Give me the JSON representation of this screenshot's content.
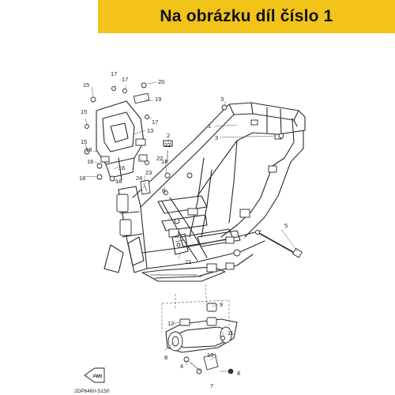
{
  "banner": {
    "text": "Na obrázku díl číslo 1"
  },
  "diagram": {
    "callouts": [
      "1",
      "2",
      "3",
      "3",
      "4",
      "5",
      "6",
      "7",
      "8",
      "8",
      "9",
      "10",
      "11",
      "12",
      "13",
      "14",
      "15",
      "15",
      "15",
      "16",
      "16",
      "17",
      "17",
      "17",
      "18",
      "18",
      "18",
      "19",
      "20",
      "21",
      "22",
      "22",
      "23",
      "24"
    ],
    "fwd_label": "FWD",
    "drawing_code": "2DP6460-S150"
  }
}
